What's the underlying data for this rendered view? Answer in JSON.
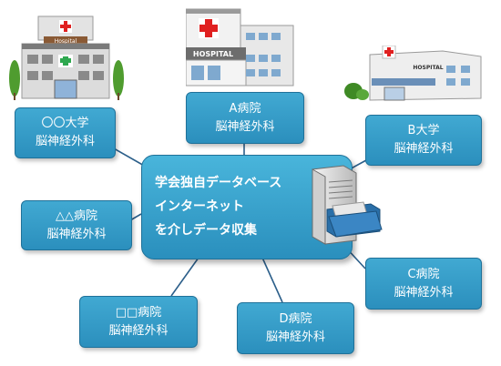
{
  "center": {
    "lines": [
      "学会独自データベース",
      "インターネット",
      "を介しデータ収集"
    ]
  },
  "nodes": [
    {
      "id": "maru-univ",
      "name": "〇〇大学",
      "dept": "脳神経外科"
    },
    {
      "id": "a-hospital",
      "name": "A病院",
      "dept": "脳神経外科"
    },
    {
      "id": "b-univ",
      "name": "B大学",
      "dept": "脳神経外科"
    },
    {
      "id": "sankaku-hospital",
      "name": "△△病院",
      "dept": "脳神経外科"
    },
    {
      "id": "c-hospital",
      "name": "C病院",
      "dept": "脳神経外科"
    },
    {
      "id": "shikaku-hospital",
      "name": "□□病院",
      "dept": "脳神経外科"
    },
    {
      "id": "d-hospital",
      "name": "D病院",
      "dept": "脳神経外科"
    }
  ],
  "illustrations": {
    "univ_sign": "Hospital",
    "a_sign": "HOSPITAL",
    "b_sign": "HOSPITAL"
  },
  "colors": {
    "box_fill": "#2f97c4",
    "box_border": "#1f7199",
    "link": "#2c5f8a"
  }
}
